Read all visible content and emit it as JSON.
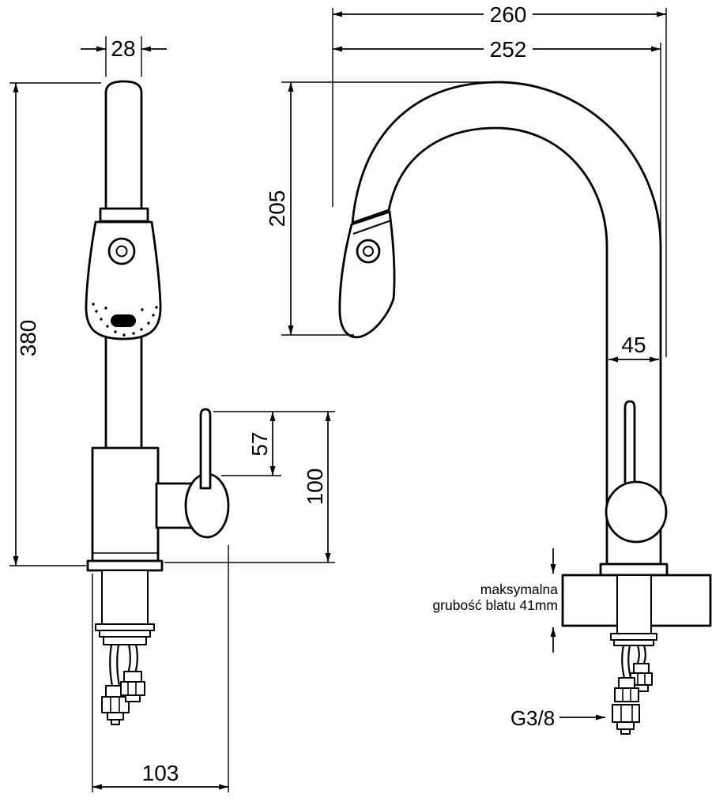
{
  "drawing": {
    "background": "#ffffff",
    "line_color": "#000000",
    "front_view": {
      "spout_width": "28",
      "total_height": "380",
      "handle_length": "57",
      "handle_height": "100",
      "base_width": "103"
    },
    "side_view": {
      "overall_depth": "260",
      "spout_reach": "252",
      "spout_height": "205",
      "body_width": "45",
      "counter_note_line1": "maksymalna",
      "counter_note_line2": "grubość blatu 41mm",
      "thread_size": "G3/8"
    }
  }
}
